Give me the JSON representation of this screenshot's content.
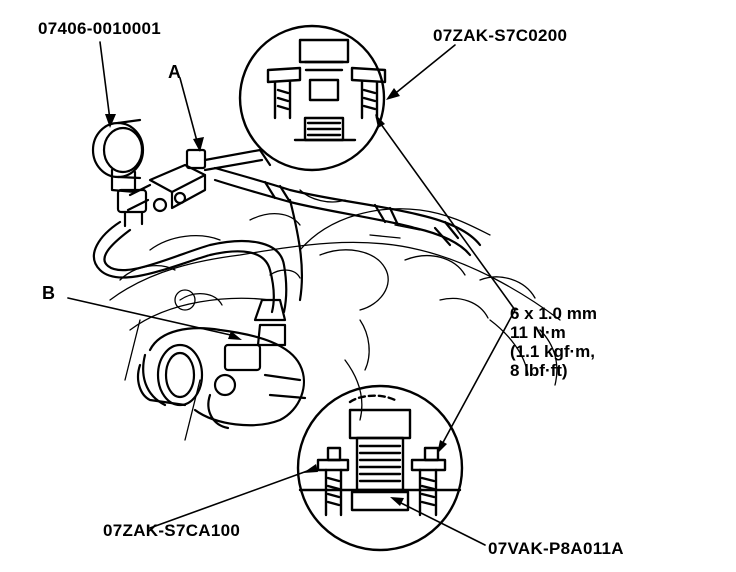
{
  "labels": {
    "gauge_part": "07406-0010001",
    "callout_a": "A",
    "callout_b": "B",
    "upper_tool": "07ZAK-S7C0200",
    "lower_tool": "07ZAK-S7CA100",
    "adapter_part": "07VAK-P8A011A"
  },
  "torque_spec": {
    "bolt": "6 x 1.0 mm",
    "torque_nm": "11 N·m",
    "torque_kgf": "(1.1 kgf·m,",
    "torque_lbf": "8 lbf·ft)"
  },
  "colors": {
    "ink": "#000000",
    "paper": "#ffffff"
  }
}
